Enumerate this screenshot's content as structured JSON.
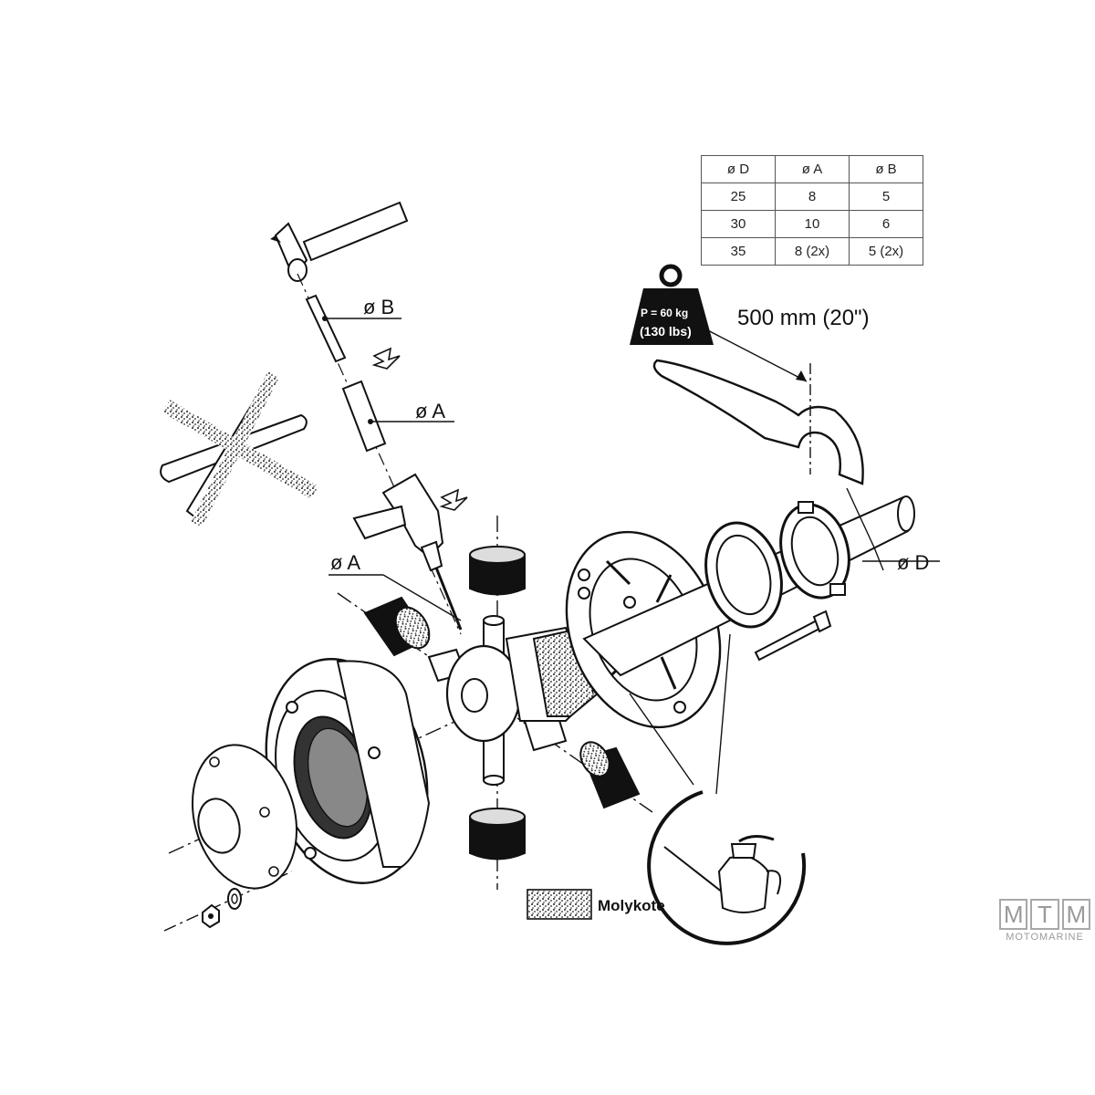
{
  "table": {
    "headers": [
      "ø D",
      "ø A",
      "ø B"
    ],
    "rows": [
      [
        "25",
        "8",
        "5"
      ],
      [
        "30",
        "10",
        "6"
      ],
      [
        "35",
        "8 (2x)",
        "5 (2x)"
      ]
    ]
  },
  "labels": {
    "dia_b": "ø B",
    "dia_a_pin": "ø A",
    "dia_a_drill": "ø A",
    "dia_d": "ø D",
    "lever_length": "500 mm (20\")",
    "weight_line1": "P = 60 kg",
    "weight_line2": "(130 lbs)",
    "molykote": "Molykote"
  },
  "logo": {
    "letters": [
      "M",
      "T",
      "M"
    ],
    "subtitle": "MOTOMARINE"
  },
  "colors": {
    "line": "#111111",
    "logo": "#9a9a9a"
  }
}
